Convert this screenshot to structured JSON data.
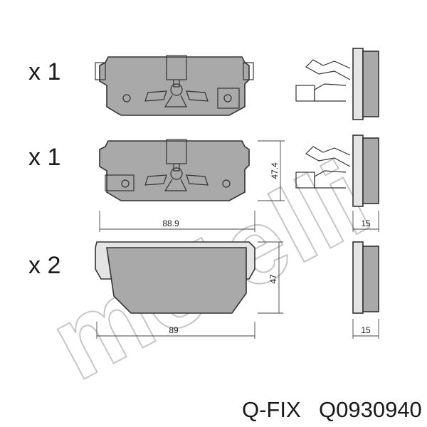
{
  "quantities": {
    "row1": "x 1",
    "row2": "x 1",
    "row3": "x 2"
  },
  "dimensions": {
    "row2_width": "88.9",
    "row2_height": "47.4",
    "row2_thickness": "15",
    "row3_width": "89",
    "row3_height": "47",
    "row3_thickness": "15"
  },
  "watermark": "metelli",
  "caption": {
    "brand": "Q-FIX",
    "part_number": "Q0930940"
  },
  "colors": {
    "pad_fill": "#a9a9a9",
    "line": "#333333",
    "watermark": "#c6c6c6"
  }
}
